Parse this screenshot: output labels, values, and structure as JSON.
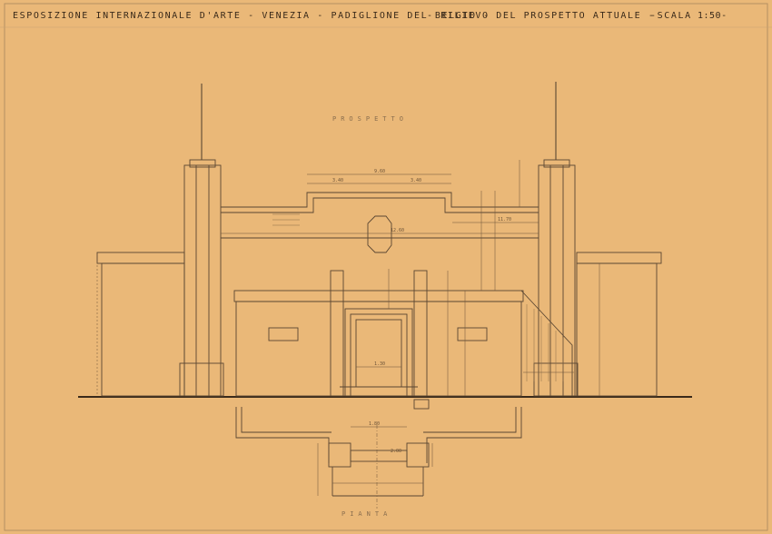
{
  "header": {
    "title": "ESPOSIZIONE INTERNAZIONALE D'ARTE - VENEZIA - PADIGLIONE DEL BELGIO -",
    "subtitle": "- RILIEVO DEL PROSPETTO ATTUALE -",
    "scale_label": "-SCALA",
    "scale_value": "1:50-"
  },
  "drawing": {
    "elevation_label": "PROSPETTO",
    "plan_label": "PIANTA",
    "paper_color": "#eab878",
    "ink_color": "#5a4632"
  },
  "dimensions": {
    "top_span": "9.60",
    "top_left": "3.40",
    "top_right": "3.40",
    "facade_width": "12.60",
    "side_width": "11.70",
    "door_width": "1.30",
    "plan_width": "1.80",
    "plan_span": "2.00"
  }
}
